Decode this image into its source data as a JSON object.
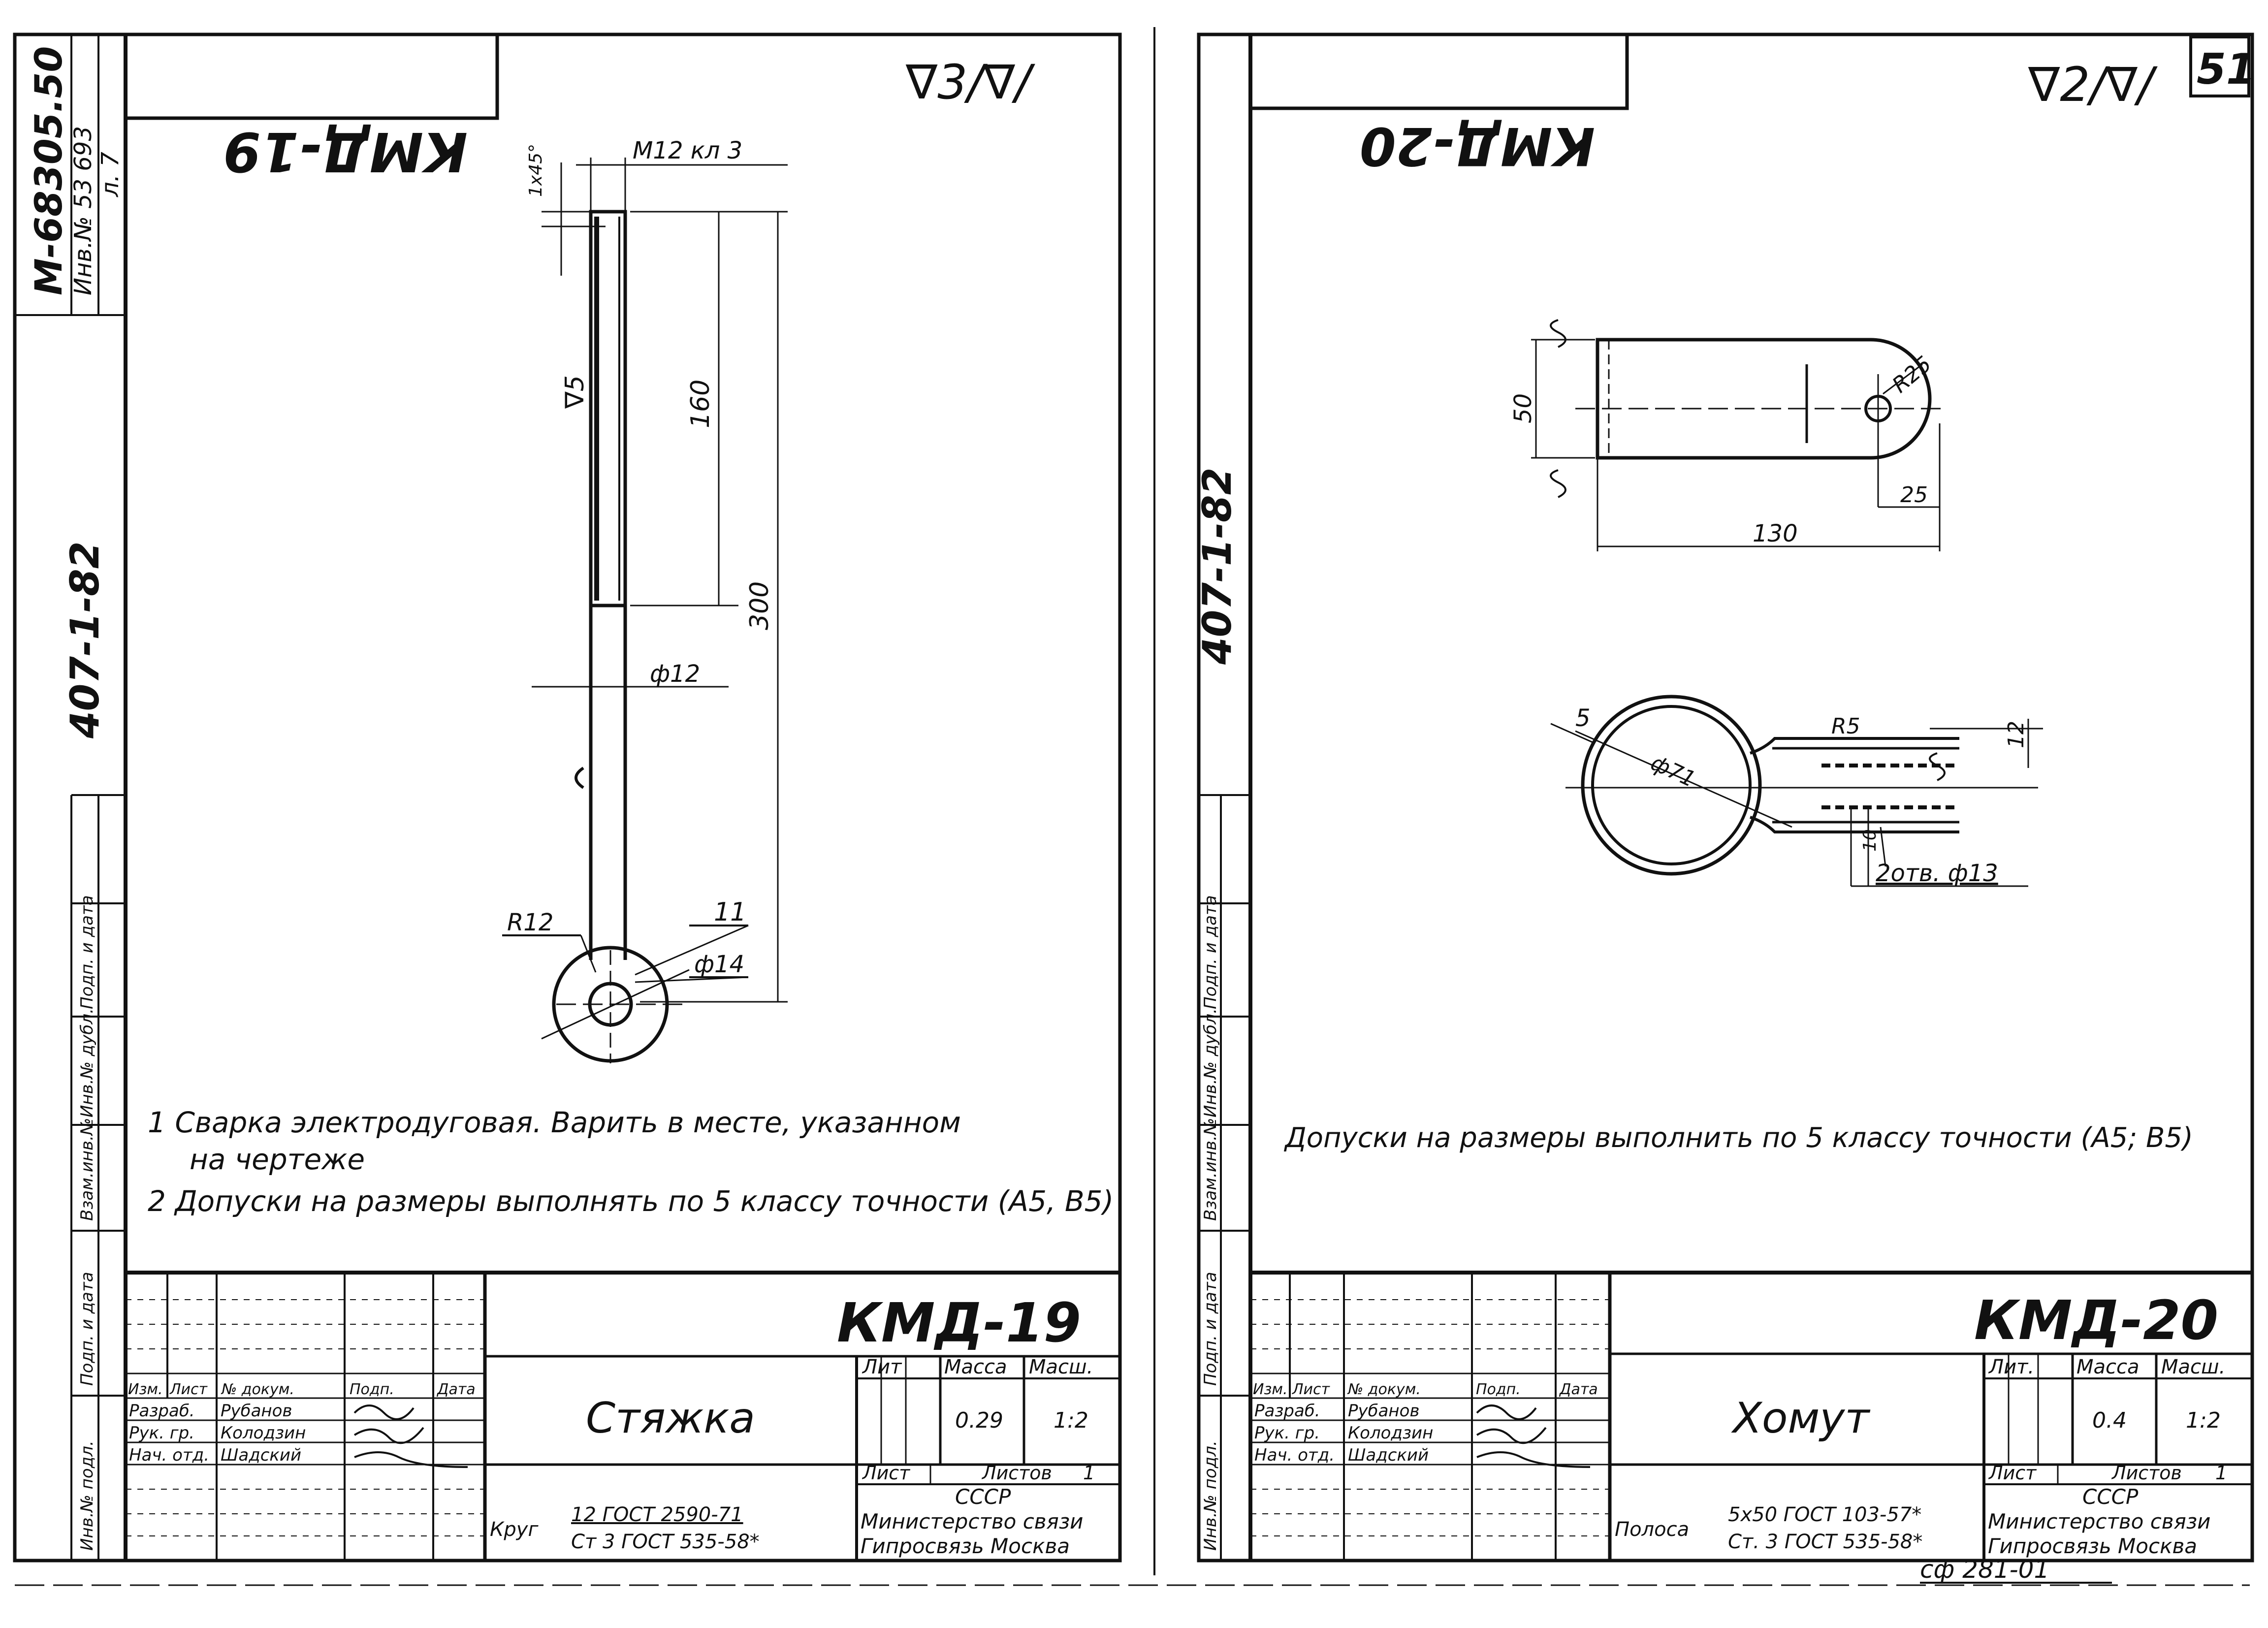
{
  "sheet_number": "51",
  "bottom_code": "сф 281-01",
  "left": {
    "top_label": "КМД-19",
    "roughness": "∇3/∇/",
    "side_archive": "М-68305.50",
    "side_inv": "Инв.№ 53 693",
    "side_sheet": "л. 7",
    "side_project": "407-1-82",
    "side_cols": [
      "Инв.№ подл.",
      "Подп. и дата",
      "Взам.инв.№",
      "Инв.№ дубл.",
      "Подп. и дата"
    ],
    "dims": {
      "thread": "М12 кл 3",
      "thread_len": "1х45°",
      "len_160": "160",
      "len_300": "300",
      "dia_12": "ф12",
      "r_12": "R12",
      "d_11": "11",
      "dia_14": "ф14",
      "rough_5": "∇5"
    },
    "notes": [
      "1   Сварка электродуговая. Варить в месте, указанном",
      "на   чертеже",
      "2   Допуски на размеры выполнять по 5 классу точности (A5, B5)"
    ],
    "title_block": {
      "code": "КМД-19",
      "name": "Стяжка",
      "lit_label": "Лит",
      "mass_label": "Масса",
      "scale_label": "Масш.",
      "mass": "0.29",
      "scale": "1:2",
      "sheet_label": "Лист",
      "sheets_label": "Листов",
      "sheets": "1",
      "org1": "СССР",
      "org2": "Министерство связи",
      "org3": "Гипросвязь Москва",
      "material_label": "Круг",
      "material_top": "12 ГОСТ 2590-71",
      "material_bottom": "Ст 3 ГОСТ 535-58*",
      "header_cols": [
        "Изм.",
        "Лист",
        "№ докум.",
        "Подп.",
        "Дата"
      ],
      "roles": [
        "Разраб.",
        "Рук. гр.",
        "Нач. отд."
      ],
      "persons": [
        "Рубанов",
        "Колодзин",
        "Шадский"
      ]
    }
  },
  "right": {
    "top_label": "КМД-20",
    "roughness": "∇2/∇/",
    "side_project": "407-1-82",
    "side_cols": [
      "Инв.№ подл.",
      "Подп. и дата",
      "Взам.инв.№",
      "Инв.№ дубл.",
      "Подп. и дата"
    ],
    "dims": {
      "w_50": "50",
      "r_25": "R25",
      "d_25": "25",
      "l_130": "130",
      "t_5": "5",
      "dia_71": "ф71",
      "r_5": "R5",
      "g_12": "12",
      "hole_10": "10",
      "holes": "2отв. ф13"
    },
    "notes": [
      "Допуски на размеры выполнить по 5 классу точности (A5; B5)"
    ],
    "title_block": {
      "code": "КМД-20",
      "name": "Хомут",
      "lit_label": "Лит.",
      "mass_label": "Масса",
      "scale_label": "Масш.",
      "mass": "0.4",
      "scale": "1:2",
      "sheet_label": "Лист",
      "sheets_label": "Листов",
      "sheets": "1",
      "org1": "СССР",
      "org2": "Министерство связи",
      "org3": "Гипросвязь Москва",
      "material_label": "Полоса",
      "material_top": "5х50 ГОСТ 103-57*",
      "material_bottom": "Ст. 3 ГОСТ 535-58*",
      "header_cols": [
        "Изм.",
        "Лист",
        "№ докум.",
        "Подп.",
        "Дата"
      ],
      "roles": [
        "Разраб.",
        "Рук. гр.",
        "Нач. отд."
      ],
      "persons": [
        "Рубанов",
        "Колодзин",
        "Шадский"
      ]
    }
  }
}
